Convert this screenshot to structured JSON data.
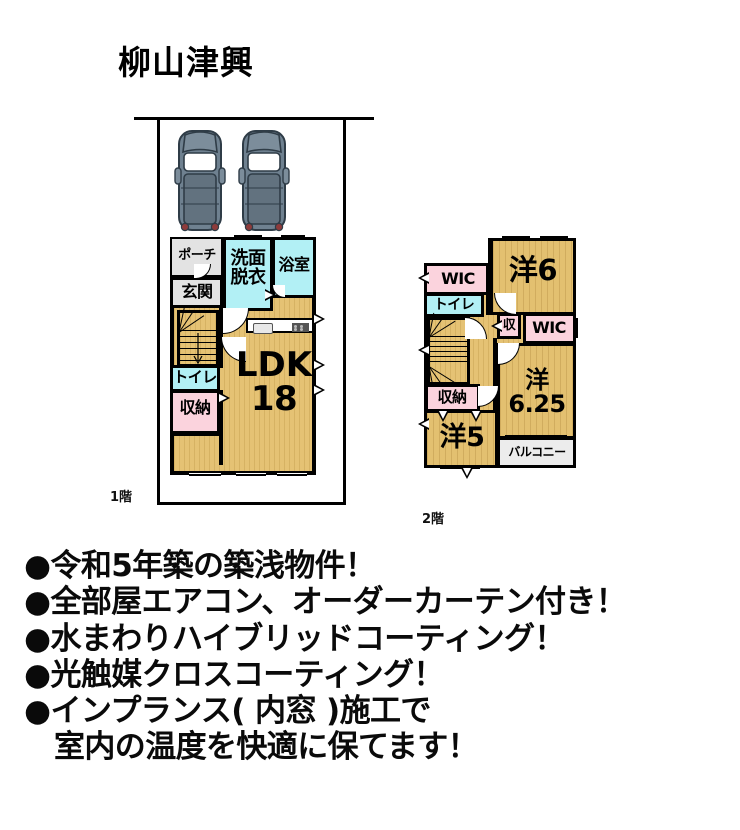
{
  "title": "柳山津興",
  "floor1": {
    "label": "1階",
    "rooms": {
      "porch": "ポーチ",
      "entrance": "玄関",
      "washroom": "洗面\n脱衣",
      "bath": "浴室",
      "toilet": "トイレ",
      "storage": "収納",
      "ldk_name": "LDK",
      "ldk_size": "18"
    }
  },
  "floor2": {
    "label": "2階",
    "rooms": {
      "wic_top": "WIC",
      "toilet": "トイレ",
      "closet_small": "収",
      "wic_right": "WIC",
      "storage": "収納",
      "room_6": "洋6",
      "room_625_name": "洋",
      "room_625_size": "6.25",
      "room_5": "洋5",
      "balcony": "バルコニー"
    }
  },
  "features": [
    "●令和5年築の築浅物件！",
    "●全部屋エアコン、オーダーカーテン付き！",
    "●水まわりハイブリッドコーティング！",
    "●光触媒クロスコーティング！",
    "●インプランス( 内窓 )施工で",
    "室内の温度を快適に保てます！"
  ],
  "colors": {
    "wood": "#e5c274",
    "water": "#b2f0f5",
    "closet": "#fbd3dd",
    "entrance_gray": "#e3e3e3",
    "balcony_gray": "#ececec",
    "wall": "#000000",
    "car_body": "#6b7c8c"
  }
}
